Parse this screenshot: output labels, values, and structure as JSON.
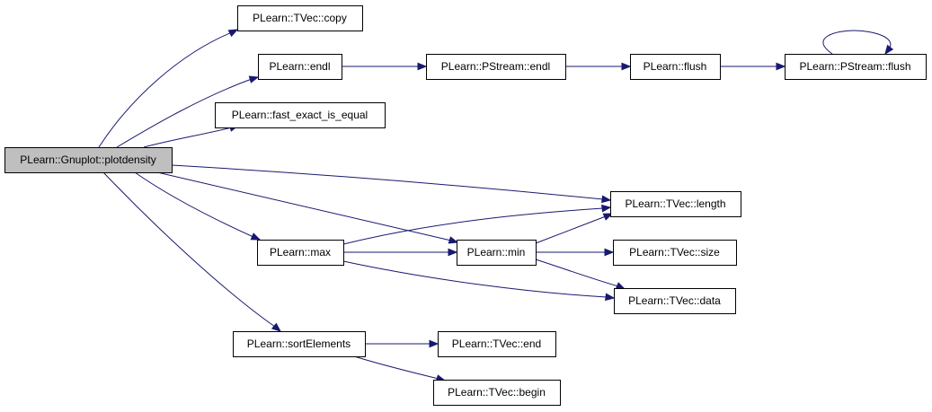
{
  "graph": {
    "nodes": [
      {
        "id": "plotdensity",
        "label": "PLearn::Gnuplot::plotdensity",
        "root": true
      },
      {
        "id": "copy",
        "label": "PLearn::TVec::copy"
      },
      {
        "id": "endl",
        "label": "PLearn::endl"
      },
      {
        "id": "pendl",
        "label": "PLearn::PStream::endl"
      },
      {
        "id": "flush",
        "label": "PLearn::flush"
      },
      {
        "id": "pflush",
        "label": "PLearn::PStream::flush"
      },
      {
        "id": "fast",
        "label": "PLearn::fast_exact_is_equal"
      },
      {
        "id": "length",
        "label": "PLearn::TVec::length"
      },
      {
        "id": "max",
        "label": "PLearn::max"
      },
      {
        "id": "min",
        "label": "PLearn::min"
      },
      {
        "id": "size",
        "label": "PLearn::TVec::size"
      },
      {
        "id": "data",
        "label": "PLearn::TVec::data"
      },
      {
        "id": "sort",
        "label": "PLearn::sortElements"
      },
      {
        "id": "end",
        "label": "PLearn::TVec::end"
      },
      {
        "id": "begin",
        "label": "PLearn::TVec::begin"
      }
    ],
    "edges": [
      {
        "from": "plotdensity",
        "to": "copy"
      },
      {
        "from": "plotdensity",
        "to": "endl"
      },
      {
        "from": "plotdensity",
        "to": "fast"
      },
      {
        "from": "plotdensity",
        "to": "length"
      },
      {
        "from": "plotdensity",
        "to": "min"
      },
      {
        "from": "plotdensity",
        "to": "max"
      },
      {
        "from": "plotdensity",
        "to": "sort"
      },
      {
        "from": "endl",
        "to": "pendl"
      },
      {
        "from": "pendl",
        "to": "flush"
      },
      {
        "from": "flush",
        "to": "pflush"
      },
      {
        "from": "pflush",
        "to": "pflush"
      },
      {
        "from": "max",
        "to": "length"
      },
      {
        "from": "max",
        "to": "min"
      },
      {
        "from": "max",
        "to": "data"
      },
      {
        "from": "min",
        "to": "length"
      },
      {
        "from": "min",
        "to": "size"
      },
      {
        "from": "min",
        "to": "data"
      },
      {
        "from": "sort",
        "to": "end"
      },
      {
        "from": "sort",
        "to": "begin"
      }
    ]
  }
}
